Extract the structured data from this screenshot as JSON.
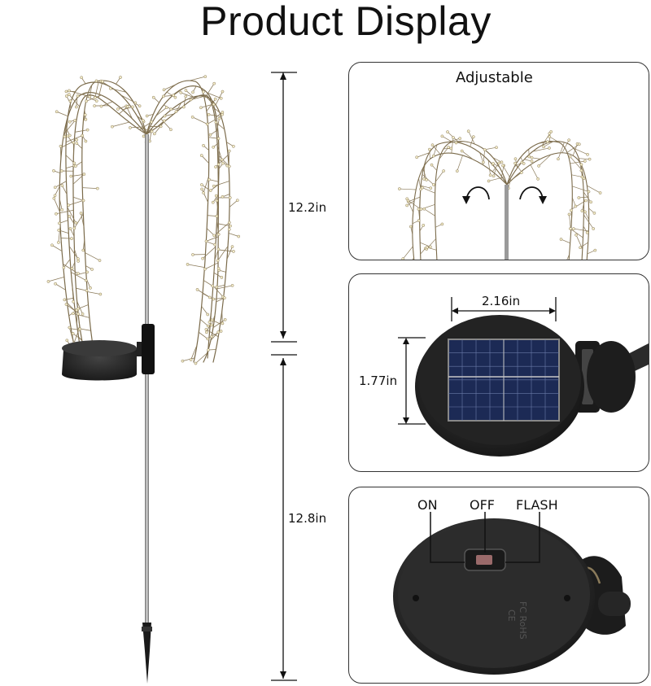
{
  "title": "Product Display",
  "dimensions": {
    "upper_height": "12.2in",
    "lower_height": "12.8in"
  },
  "panel_adjustable": {
    "label": "Adjustable"
  },
  "panel_solar": {
    "width_label": "2.16in",
    "height_label": "1.77in"
  },
  "panel_switch": {
    "on_label": "ON",
    "off_label": "OFF",
    "flash_label": "FLASH"
  },
  "colors": {
    "stake": "#9a9a9a",
    "wire": "#7a6a4a",
    "solar_cell": "#1c2a55",
    "housing": "#2a2a2a"
  }
}
